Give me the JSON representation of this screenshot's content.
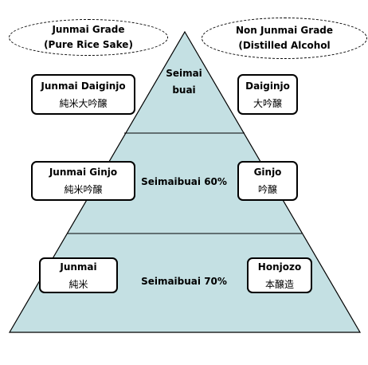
{
  "colors": {
    "pyramid_fill": "#c4e0e3",
    "outline": "#000000",
    "box_fill": "#ffffff"
  },
  "headers": {
    "junmai": {
      "line1": "Junmai Grade",
      "line2": "(Pure Rice Sake)"
    },
    "non_junmai": {
      "line1": "Non Junmai Grade",
      "line2": "(Distilled Alcohol"
    }
  },
  "tiers": [
    {
      "label_line1": "Seimai",
      "label_line2": "buai",
      "left": {
        "en": "Junmai Daiginjo",
        "jp": "純米大吟醸"
      },
      "right": {
        "en": "Daiginjo",
        "jp": "大吟醸"
      }
    },
    {
      "label_line1": "Seimaibuai 60%",
      "label_line2": "",
      "left": {
        "en": "Junmai Ginjo",
        "jp": "純米吟醸"
      },
      "right": {
        "en": "Ginjo",
        "jp": "吟醸"
      }
    },
    {
      "label_line1": "Seimaibuai 70%",
      "label_line2": "",
      "left": {
        "en": "Junmai",
        "jp": "純米"
      },
      "right": {
        "en": "Honjozo",
        "jp": "本醸造"
      }
    }
  ]
}
